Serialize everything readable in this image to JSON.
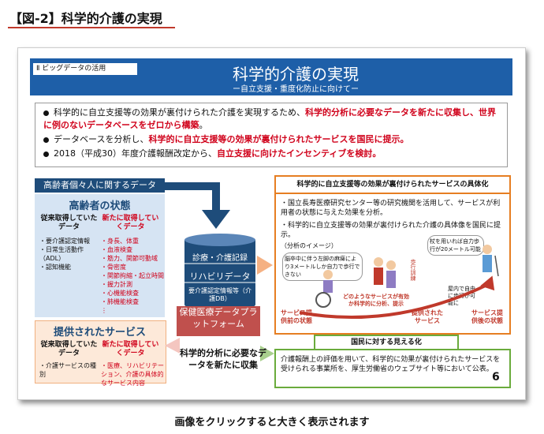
{
  "figure_title": "【図-2】科学的介護の実現",
  "slide": {
    "section_tag": "Ⅱ ビッグデータの活用",
    "title": "科学的介護の実現",
    "subtitle": "ー自立支援・重度化防止に向けてー",
    "bullets": [
      {
        "pre": "科学的に自立支援等の効果が裏付けられた介護を実現するため、",
        "red": "科学的分析に必要なデータを新たに収集し、世界に例のないデータベースをゼロから構築",
        "post": "。"
      },
      {
        "pre": "データベースを分析し、",
        "red": "科学的に自立支援等の効果が裏付けられたサービスを国民に提示。",
        "post": ""
      },
      {
        "pre": "2018（平成30）年度介護報酬改定から、",
        "red": "自立支援に向けたインセンティブを検討。",
        "post": ""
      }
    ],
    "left_panel": {
      "header": "高齢者個々人に関するデータ",
      "status_title": "高齢者の状態",
      "col1_header": "従来取得していたデータ",
      "col1_items": [
        "・要介護認定情報",
        "・日常生活動作（ADL）",
        "・認知機能"
      ],
      "col2_header": "新たに取得していくデータ",
      "col2_items": [
        "・身長、体重",
        "・血液検査",
        "・筋力、関節可動域",
        "・骨密度",
        "・関節拘縮・起立時間",
        "・握力計測",
        "・心機能検査",
        "・肺機能検査",
        "⋮"
      ],
      "service_title": "提供されたサービス",
      "svc_col1_header": "従来取得していたデータ",
      "svc_col1_items": [
        "・介護サービスの種別"
      ],
      "svc_col2_header": "新たに取得していくデータ",
      "svc_col2_items": [
        "・医療、リハビリテーション、介護の具体的なサービス内容"
      ]
    },
    "database": {
      "line1": "診療・介護記録",
      "line2": "リハビリデータ",
      "line3": "要介護認定情報等（介護DB）",
      "platform": "保健医療データプラットフォーム",
      "collect": "科学的分析に必要なデータを新たに収集"
    },
    "right_panel": {
      "header": "科学的に自立支援等の効果が裏付けられたサービスの具体化",
      "text1": "・国立長寿医療研究センター等の研究機関を活用して、サービスが利用者の状態に与えた効果を分析。",
      "text2": "・科学的に自立支援等の効果が裏付けられた介護の具体像を国民に提示。",
      "image_note": "（分析のイメージ）",
      "bubble_left": "脳卒中に伴う左脚の麻痺により3メートルしか自力で歩行できない",
      "bubble_right": "杖を用いれば自力歩行が20メートル可能",
      "home_note": "屋内で自由に歩行が可能に",
      "walk_training": "歩行訓練",
      "question": "どのようなサービスが有効か科学的に分析、提示",
      "label_before": "サービス提供前の状態",
      "label_service": "提供されたサービス",
      "label_after": "サービス提供後の状態"
    },
    "visible_panel": {
      "header": "国民に対する見える化",
      "text": "介護報酬上の評価を用いて、科学的に効果が裏付けられたサービスを受けられる事業所を、厚生労働省のウェブサイト等において公表。"
    },
    "page_number": "6"
  },
  "caption": "画像をクリックすると大きく表示されます",
  "colors": {
    "header_blue": "#1e5fa8",
    "dark_blue": "#1e4c7a",
    "red": "#d0021b",
    "orange": "#e67e22",
    "green": "#6aab3c"
  }
}
